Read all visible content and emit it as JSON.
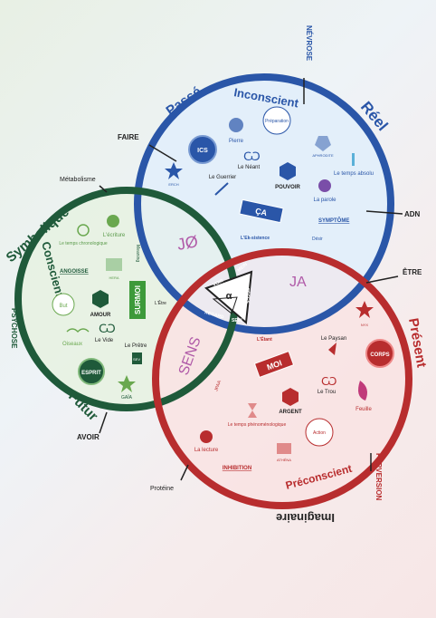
{
  "colors": {
    "blue": "#2a56a8",
    "green": "#1f5a3a",
    "red": "#b82d2e",
    "purple": "#b05aa8",
    "light_blue": "#e3effa",
    "light_green": "#e7f2e2",
    "light_red": "#f9e3e3"
  },
  "blue": {
    "word1": "Passé",
    "word2": "Inconscient",
    "word3": "Réel",
    "faire": "FAIRE",
    "adn": "ADN",
    "nevrose": "NÉVROSE",
    "prep": "Préparation",
    "pierre": "Pierre",
    "ics": "ICS",
    "neant": "Le Néant",
    "pouvoir": "POUVOIR",
    "aphrodite": "APHRODITE",
    "temps_absolu": "Le temps absolu",
    "erch": "ERCH",
    "guerrier": "Le Guerrier",
    "parole": "La parole",
    "ca": "ÇA",
    "symptome": "SYMPTÔME",
    "ek": "L'Ek-sistence",
    "desir": "Désir"
  },
  "green": {
    "word1": "Symbolique",
    "word2": "Conscient",
    "word3": "Futur",
    "metabolisme": "Métabolisme",
    "psychose": "PSYCHOSE",
    "avoir": "AVOIR",
    "ecriture": "L'écriture",
    "chrono": "Le temps chronologique",
    "angoisse": "ANGOISSE",
    "hera": "HERA",
    "surmoi": "SURMOI",
    "but": "But",
    "amour": "AMOUR",
    "oiseaux": "Oiseaux",
    "vide": "Le Vide",
    "pretre": "Le Prêtre",
    "esprit": "ESPRIT",
    "gaia": "GAÏA",
    "sev": "SEV",
    "meaning": "Meaning"
  },
  "red": {
    "word1": "Présent",
    "word2": "Préconscient",
    "word3": "Imaginaire",
    "etre": "ÊTRE",
    "perversion": "PERVERSION",
    "proteine": "Protéine",
    "nyx": "NYX",
    "paysan": "Le Paysan",
    "corps": "CORPS",
    "moi": "MOI",
    "trou": "Le Trou",
    "argent": "ARGENT",
    "feuille": "Feuille",
    "temps_phen": "Le temps phénoménologique",
    "action": "Action",
    "lecture": "La lecture",
    "athena": "ATHÉNA",
    "inhibition": "INHIBITION",
    "letant": "L'Étant",
    "jpaa": "JPAA"
  },
  "center": {
    "jo": "JØ",
    "ja": "JA",
    "sens": "SENS",
    "alpha": "α",
    "voir": "VOIR",
    "mein": "MEIN",
    "regard": "REGARD",
    "sein": "SEIN",
    "feces": "FÈCES",
    "letre": "L'Être"
  }
}
